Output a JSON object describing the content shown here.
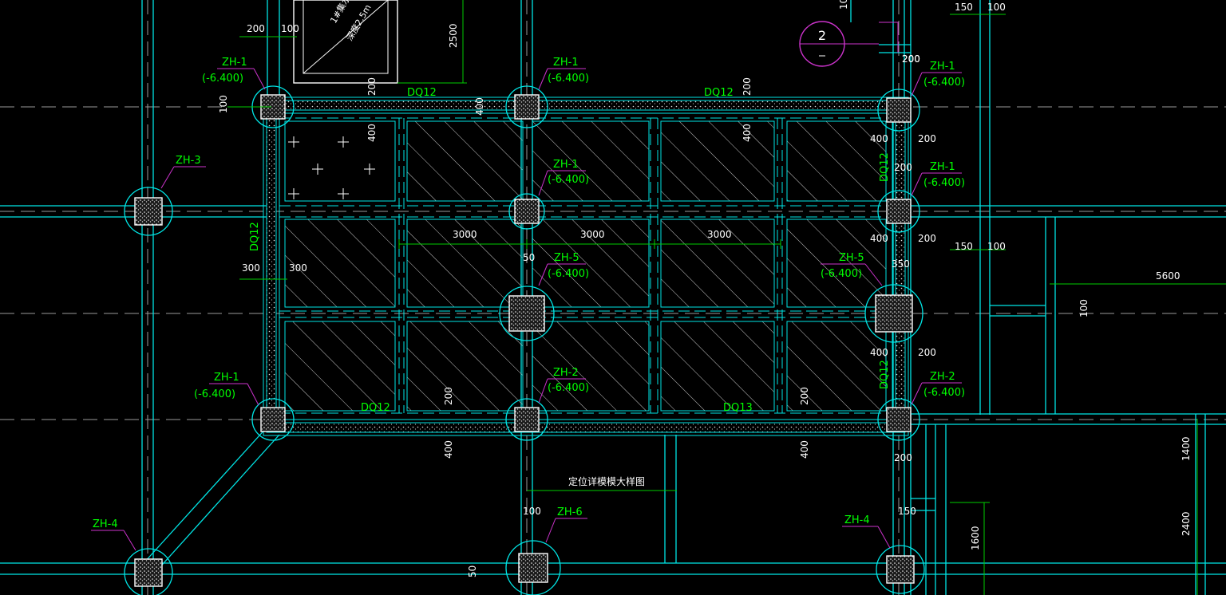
{
  "colors": {
    "background": "#000000",
    "wall": "#00e5e5",
    "dimension": "#00cc00",
    "dim_text": "#ffffff",
    "label": "#00ff00",
    "leader": "#cc33cc",
    "axis": "#9a9a9a",
    "hatch": "#d0d0d0"
  },
  "piles": [
    {
      "name": "ZH-1",
      "elev": "(-6.400)"
    },
    {
      "name": "ZH-1",
      "elev": "(-6.400)"
    },
    {
      "name": "ZH-1",
      "elev": "(-6.400)"
    },
    {
      "name": "ZH-1",
      "elev": "(-6.400)"
    },
    {
      "name": "ZH-1",
      "elev": "(-6.400)"
    },
    {
      "name": "ZH-1",
      "elev": "(-6.400)"
    },
    {
      "name": "ZH-2",
      "elev": "(-6.400)"
    },
    {
      "name": "ZH-2",
      "elev": "(-6.400)"
    },
    {
      "name": "ZH-3",
      "elev": ""
    },
    {
      "name": "ZH-4",
      "elev": ""
    },
    {
      "name": "ZH-4",
      "elev": ""
    },
    {
      "name": "ZH-5",
      "elev": "(-6.400)"
    },
    {
      "name": "ZH-5",
      "elev": "(-6.400)"
    },
    {
      "name": "ZH-6",
      "elev": ""
    }
  ],
  "beams": [
    "DQ12",
    "DQ12",
    "DQ12",
    "DQ12",
    "DQ12",
    "DQ13",
    "DQ12"
  ],
  "dims": [
    "200",
    "100",
    "100",
    "200",
    "200",
    "400",
    "400",
    "400",
    "200",
    "200",
    "400",
    "200",
    "400",
    "200",
    "400",
    "200",
    "3000",
    "3000",
    "3000",
    "300",
    "300",
    "50",
    "350",
    "200",
    "200",
    "400",
    "400",
    "200",
    "100",
    "150",
    "100",
    "150",
    "100",
    "5600",
    "100",
    "2500",
    "1400",
    "2400",
    "1600",
    "100",
    "50",
    "150",
    "200"
  ],
  "texts": {
    "pit_label_1": "1#集水坑",
    "pit_label_2": "深度2.5m",
    "section_title": "定位详模模大样图",
    "detail_mark": "2"
  }
}
